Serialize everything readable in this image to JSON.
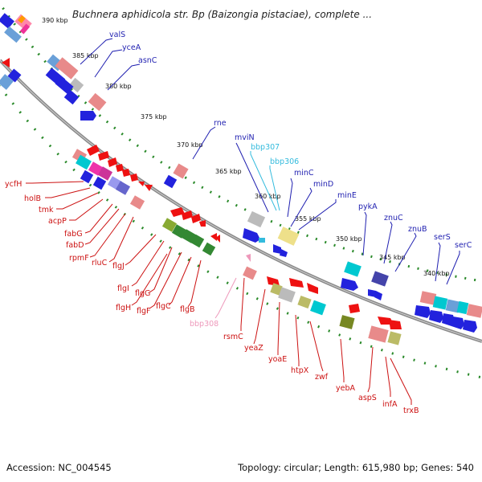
{
  "title": "Buchnera aphidicola str. Bp (Baizongia pistaciae), complete ...",
  "footer": {
    "accession": "Accession: NC_004545",
    "summary": "Topology: circular; Length: 615,980 bp; Genes: 540"
  },
  "colors": {
    "backbone": "#8a8a8a",
    "tick": "#2a8a2a",
    "blue_label": "#1f1fb0",
    "cyan_label": "#33bbdd",
    "red_label": "#cc1111",
    "pink_label": "#ee99bb"
  },
  "kbp_labels": [
    "390 kbp",
    "385 kbp",
    "380 kbp",
    "375 kbp",
    "370 kbp",
    "365 kbp",
    "360 kbp",
    "355 kbp",
    "350 kbp",
    "345 kbp",
    "340 kbp"
  ],
  "blue_genes": [
    "valS",
    "yceA",
    "asnC",
    "rne",
    "mviN",
    "minC",
    "minD",
    "minE",
    "pykA",
    "znuC",
    "znuB",
    "serS",
    "serC"
  ],
  "cyan_genes": [
    "bbp307",
    "bbp306"
  ],
  "red_genes": [
    "ycfH",
    "holB",
    "tmk",
    "acpP",
    "fabG",
    "fabD",
    "rpmF",
    "rluC",
    "flgJ",
    "flgI",
    "flgG",
    "flgH",
    "flgF",
    "flgC",
    "flgB",
    "rsmC",
    "yeaZ",
    "yoaE",
    "htpX",
    "zwf",
    "yebA",
    "aspS",
    "infA",
    "trxB"
  ],
  "pink_genes": [
    "bbp308"
  ]
}
